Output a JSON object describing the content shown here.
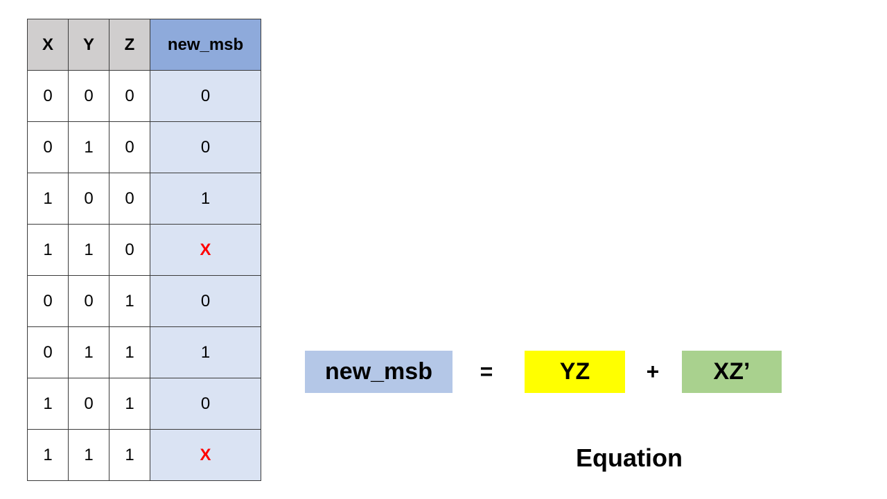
{
  "table": {
    "headers": [
      "X",
      "Y",
      "Z",
      "new_msb"
    ],
    "rows": [
      [
        "0",
        "0",
        "0",
        "0"
      ],
      [
        "0",
        "1",
        "0",
        "0"
      ],
      [
        "1",
        "0",
        "0",
        "1"
      ],
      [
        "1",
        "1",
        "0",
        "X"
      ],
      [
        "0",
        "0",
        "1",
        "0"
      ],
      [
        "0",
        "1",
        "1",
        "1"
      ],
      [
        "1",
        "0",
        "1",
        "0"
      ],
      [
        "1",
        "1",
        "1",
        "X"
      ]
    ],
    "dont_care_color": "#ff0000",
    "header_color": "#d0cece",
    "output_header_color": "#8eaadb",
    "output_cell_color": "#dae3f3"
  },
  "equation": {
    "lhs": "new_msb",
    "equals": "=",
    "term1": "YZ",
    "plus": "+",
    "term2": "XZ’",
    "lhs_color": "#b4c7e7",
    "term1_color": "#ffff00",
    "term2_color": "#a9d18e",
    "caption": "Equation"
  }
}
